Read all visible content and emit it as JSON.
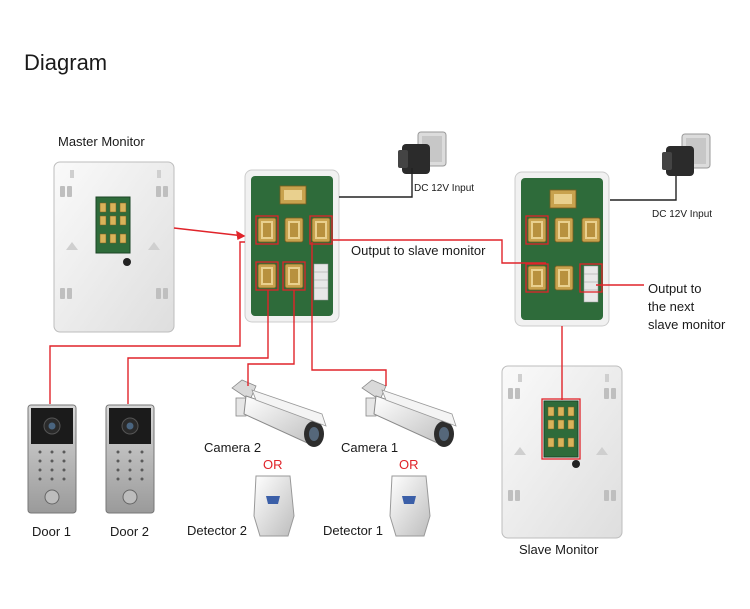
{
  "title": "Diagram",
  "labels": {
    "master_monitor": "Master Monitor",
    "slave_monitor": "Slave Monitor",
    "dc_input_1": "DC 12V Input",
    "dc_input_2": "DC 12V Input",
    "output_slave": "Output to slave monitor",
    "output_next_line1": "Output to",
    "output_next_line2": "the next",
    "output_next_line3": "slave monitor",
    "camera_2": "Camera 2",
    "camera_1": "Camera 1",
    "or_1": "OR",
    "or_2": "OR",
    "door_1": "Door 1",
    "door_2": "Door 2",
    "detector_2": "Detector 2",
    "detector_1": "Detector 1"
  },
  "colors": {
    "wire_red": "#e0242a",
    "wire_black": "#222222",
    "pcb_green": "#2e6b3a",
    "device_white": "#f2f2f2",
    "connector_gold": "#d9b35a"
  }
}
